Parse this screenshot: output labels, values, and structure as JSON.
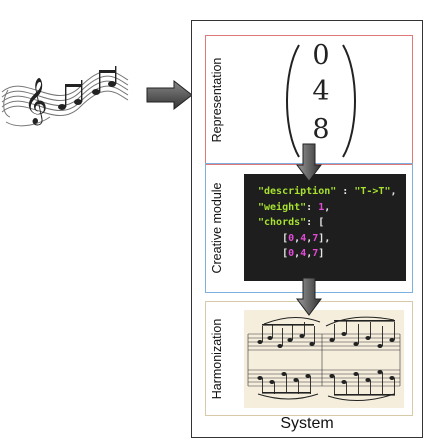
{
  "system": {
    "label": "System"
  },
  "panels": {
    "representation": {
      "label": "Representation",
      "vector": [
        "0",
        "4",
        "8"
      ]
    },
    "creative": {
      "label": "Creative module",
      "code_lines": [
        {
          "key": "\"description\"",
          "sep": " : ",
          "value": "\"T->T\"",
          "tail": ","
        },
        {
          "key": "\"weight\"",
          "sep": ": ",
          "value": "1",
          "tail": ","
        },
        {
          "key": "\"chords\"",
          "sep": ": ",
          "value": "",
          "tail": "["
        },
        {
          "indent": "    ",
          "row": "[0,4,7]",
          "tail": ","
        },
        {
          "indent": "    ",
          "row": "[0,4,7]",
          "tail": ""
        }
      ]
    },
    "harmonization": {
      "label": "Harmonization"
    }
  },
  "colors": {
    "representation_border": "#e07878",
    "creative_border": "#7bb0e0",
    "harmonization_border": "#d8c9a8",
    "arrow_fill": "#555555"
  },
  "icons": [
    "music-notes-icon"
  ]
}
